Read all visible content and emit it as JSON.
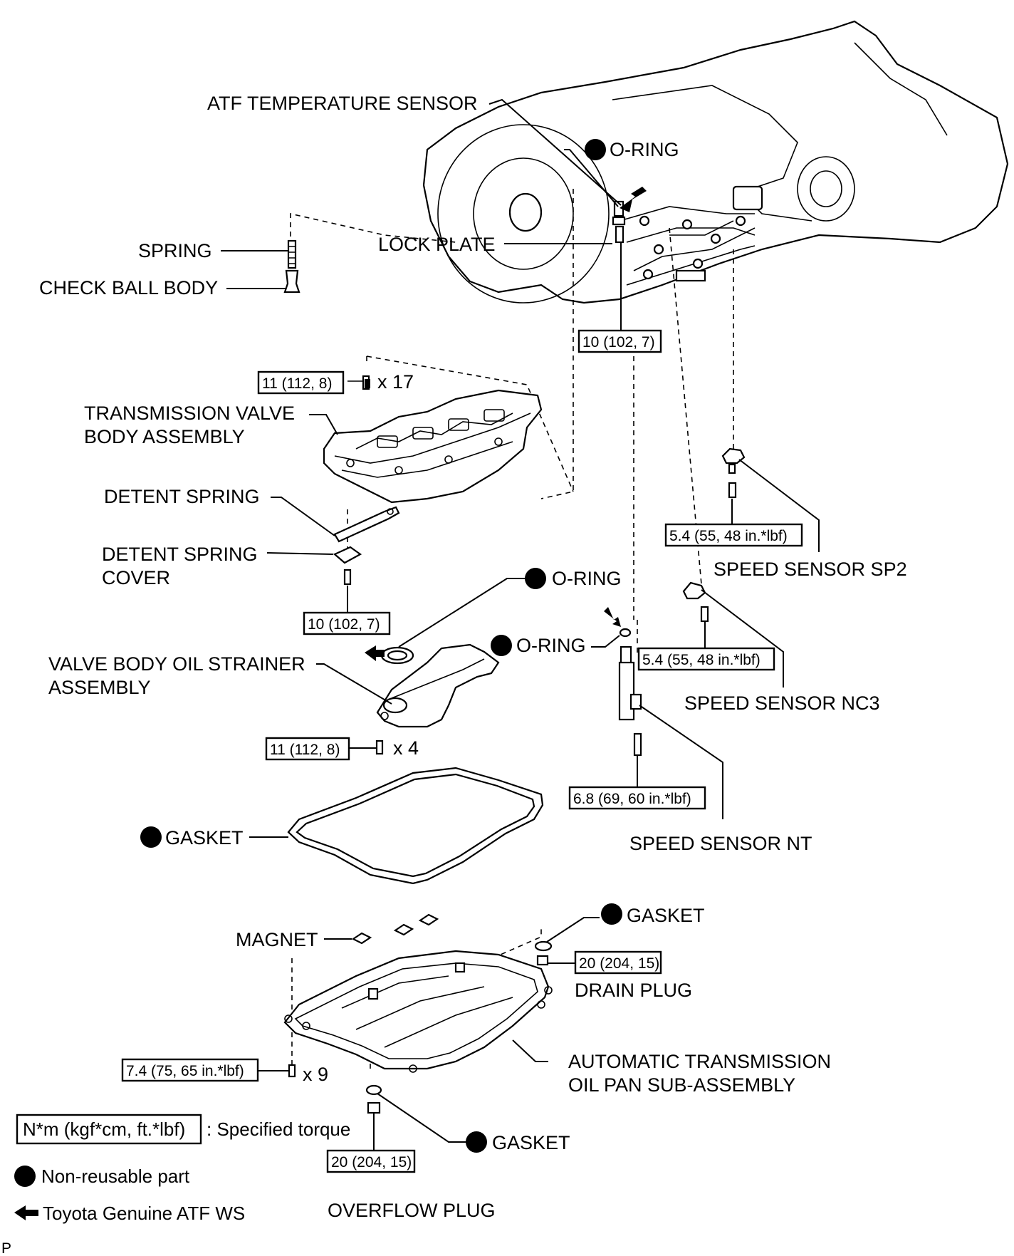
{
  "labels": {
    "atf_temperature_sensor": "ATF TEMPERATURE SENSOR",
    "o_ring_top": "O-RING",
    "lock_plate": "LOCK PLATE",
    "spring": "SPRING",
    "check_ball_body": "CHECK BALL BODY",
    "transmission_valve_body_1": "TRANSMISSION VALVE",
    "transmission_valve_body_2": "BODY ASSEMBLY",
    "detent_spring": "DETENT SPRING",
    "detent_spring_cover_1": "DETENT SPRING",
    "detent_spring_cover_2": "COVER",
    "o_ring_strainer": "O-RING",
    "o_ring_nt": "O-RING",
    "valve_body_oil_strainer_1": "VALVE BODY OIL STRAINER",
    "valve_body_oil_strainer_2": "ASSEMBLY",
    "speed_sensor_sp2": "SPEED SENSOR SP2",
    "speed_sensor_nc3": "SPEED SENSOR NC3",
    "speed_sensor_nt": "SPEED SENSOR NT",
    "gasket_pan": "GASKET",
    "magnet": "MAGNET",
    "gasket_drain": "GASKET",
    "drain_plug": "DRAIN PLUG",
    "oil_pan_1": "AUTOMATIC TRANSMISSION",
    "oil_pan_2": "OIL PAN SUB-ASSEMBLY",
    "gasket_overflow": "GASKET",
    "overflow_plug": "OVERFLOW PLUG",
    "corner_mark": "P"
  },
  "torques": {
    "atf_sensor_bolt": "10 (102, 7)",
    "valve_body_bolts": "11 (112, 8)",
    "detent_cover_bolt": "10 (102, 7)",
    "strainer_bolts": "11 (112, 8)",
    "sp2_bolt": "5.4 (55, 48 in.*lbf)",
    "nc3_bolt": "5.4 (55, 48 in.*lbf)",
    "nt_bolt": "6.8 (69, 60 in.*lbf)",
    "drain_plug": "20 (204, 15)",
    "oil_pan_bolts": "7.4 (75, 65 in.*lbf)",
    "overflow_plug": "20 (204, 15)"
  },
  "quantities": {
    "valve_body_bolts": "x 17",
    "strainer_bolts": "x 4",
    "oil_pan_bolts": "x 9"
  },
  "legend": {
    "torque_box": "N*m (kgf*cm, ft.*lbf)",
    "torque_text": ": Specified torque",
    "non_reusable": "Non-reusable part",
    "atf_ws": "Toyota Genuine ATF WS"
  }
}
